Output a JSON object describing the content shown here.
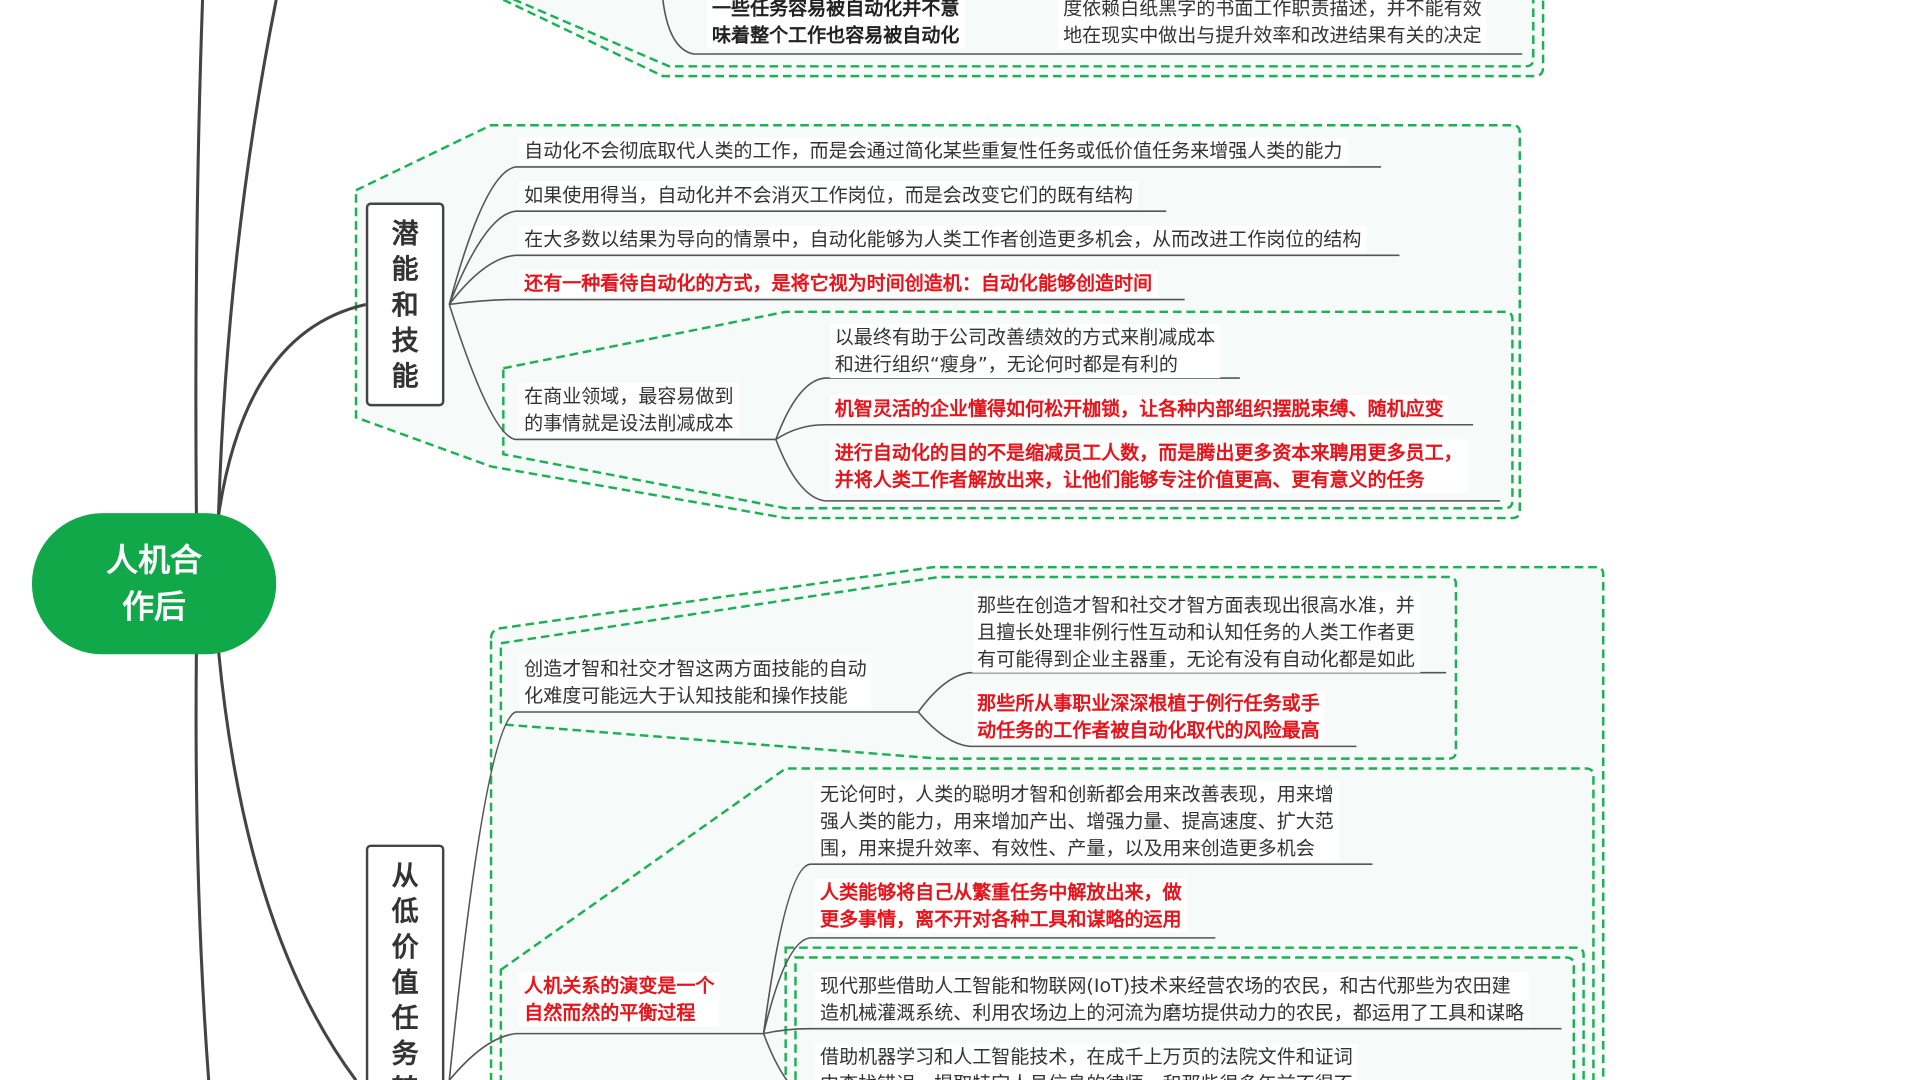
{
  "colors": {
    "root": "#11a84a",
    "dashed_border": "#1bb254",
    "highlight_text": "#e8141b",
    "text": "#333333"
  },
  "root": {
    "label": "人机合\n作后"
  },
  "top_group": {
    "left": "一些任务容易被自动化并不意\n味着整个工作也容易被自动化",
    "right": "度依赖白纸黑字的书面工作职责描述，并不能有效\n地在现实中做出与提升效率和改进结果有关的决定"
  },
  "branch1": {
    "label": [
      "潜",
      "能",
      "和",
      "技",
      "能"
    ],
    "items": [
      "自动化不会彻底取代人类的工作，而是会通过简化某些重复性任务或低价值任务来增强人类的能力",
      "如果使用得当，自动化并不会消灭工作岗位，而是会改变它们的既有结构",
      "在大多数以结果为导向的情景中，自动化能够为人类工作者创造更多机会，从而改进工作岗位的结构",
      "还有一种看待自动化的方式，是将它视为时间创造机：自动化能够创造时间"
    ],
    "sub": {
      "label": "在商业领域，最容易做到\n的事情就是设法削减成本",
      "items": [
        "以最终有助于公司改善绩效的方式来削减成本\n和进行组织“瘦身”，无论何时都是有利的",
        "机智灵活的企业懂得如何松开枷锁，让各种内部组织摆脱束缚、随机应变",
        "进行自动化的目的不是缩减员工人数，而是腾出更多资本来聘用更多员工，\n并将人类工作者解放出来，让他们能够专注价值更高、更有意义的任务"
      ]
    }
  },
  "branch2": {
    "label": [
      "从",
      "低",
      "价",
      "值",
      "任",
      "务",
      "转"
    ],
    "sub1": {
      "label": "创造才智和社交才智这两方面技能的自动\n化难度可能远大于认知技能和操作技能",
      "items": [
        "那些在创造才智和社交才智方面表现出很高水准，并\n且擅长处理非例行性互动和认知任务的人类工作者更\n有可能得到企业主器重，无论有没有自动化都是如此",
        "那些所从事职业深深根植于例行任务或手\n动任务的工作者被自动化取代的风险最高"
      ]
    },
    "sub2": {
      "label": "人机关系的演变是一个\n自然而然的平衡过程",
      "items": [
        "无论何时，人类的聪明才智和创新都会用来改善表现，用来增\n强人类的能力，用来增加产出、增强力量、提高速度、扩大范\n围，用来提升效率、有效性、产量，以及用来创造更多机会",
        "人类能够将自己从繁重任务中解放出来，做\n更多事情，离不开对各种工具和谋略的运用"
      ],
      "examples": [
        "现代那些借助人工智能和物联网(IoT)技术来经营农场的农民，和古代那些为农田建\n造机械灌溉系统、利用农场边上的河流为磨坊提供动力的农民，都运用了工具和谋略",
        "借助机器学习和人工智能技术，在成千上万页的法院文件和证词\n中查找错误、提取特定人员信息的律师，和那些很多年前不得不"
      ]
    }
  }
}
